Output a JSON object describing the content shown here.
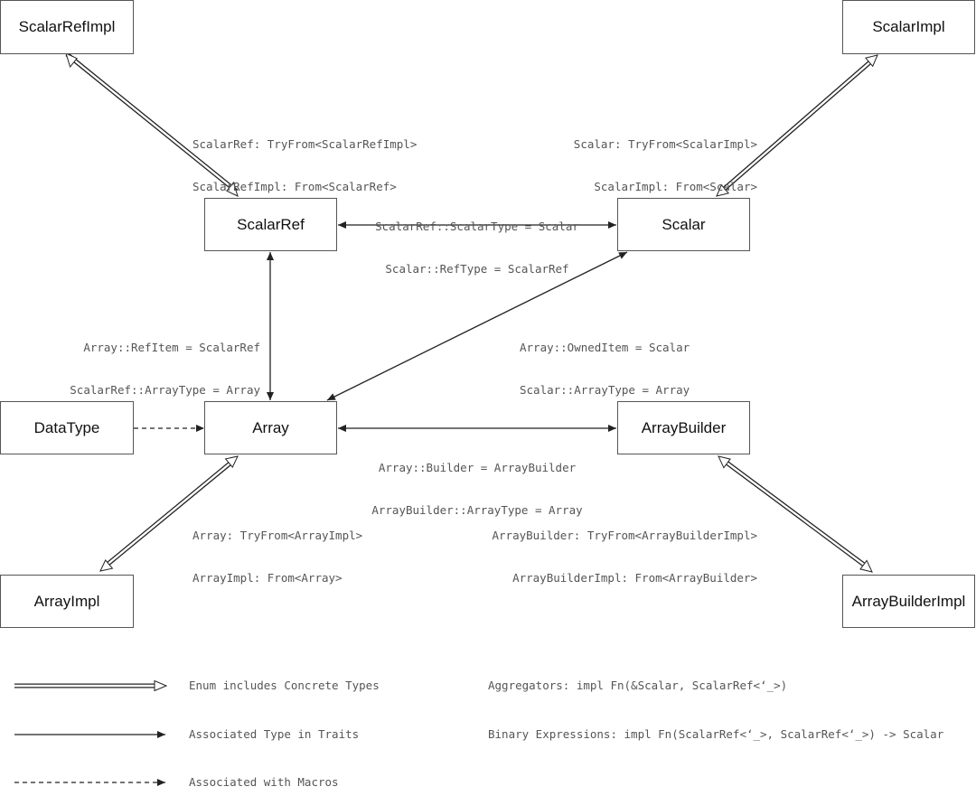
{
  "nodes": {
    "scalar_ref_impl": "ScalarRefImpl",
    "scalar_impl": "ScalarImpl",
    "scalar_ref": "ScalarRef",
    "scalar": "Scalar",
    "data_type": "DataType",
    "array": "Array",
    "array_builder": "ArrayBuilder",
    "array_impl": "ArrayImpl",
    "array_builder_impl": "ArrayBuilderImpl"
  },
  "edges": {
    "scalar_ref_impl_conv": [
      "ScalarRef: TryFrom<ScalarRefImpl>",
      "ScalarRefImpl: From<ScalarRef>"
    ],
    "scalar_impl_conv": [
      "Scalar: TryFrom<ScalarImpl>",
      "ScalarImpl: From<Scalar>"
    ],
    "scalar_ref_scalar": [
      "ScalarRef::ScalarType = Scalar",
      "Scalar::RefType = ScalarRef"
    ],
    "array_scalar_ref": [
      "Array::RefItem = ScalarRef",
      "ScalarRef::ArrayType = Array"
    ],
    "array_scalar": [
      "Array::OwnedItem = Scalar",
      "Scalar::ArrayType = Array"
    ],
    "array_builder": [
      "Array::Builder = ArrayBuilder",
      "ArrayBuilder::ArrayType = Array"
    ],
    "array_impl_conv": [
      "Array: TryFrom<ArrayImpl>",
      "ArrayImpl: From<Array>"
    ],
    "array_builder_impl_conv": [
      "ArrayBuilder: TryFrom<ArrayBuilderImpl>",
      "ArrayBuilderImpl: From<ArrayBuilder>"
    ]
  },
  "legend": {
    "enum": "Enum includes Concrete Types",
    "assoc": "Associated Type in Traits",
    "macro": "Associated with Macros",
    "aggregators": "Aggregators: impl Fn(&Scalar, ScalarRef<‘_>)",
    "binary": "Binary Expressions: impl Fn(ScalarRef<‘_>, ScalarRef<‘_>) -> Scalar"
  },
  "colors": {
    "line": "#222222",
    "border": "#555555",
    "label": "#555555"
  }
}
